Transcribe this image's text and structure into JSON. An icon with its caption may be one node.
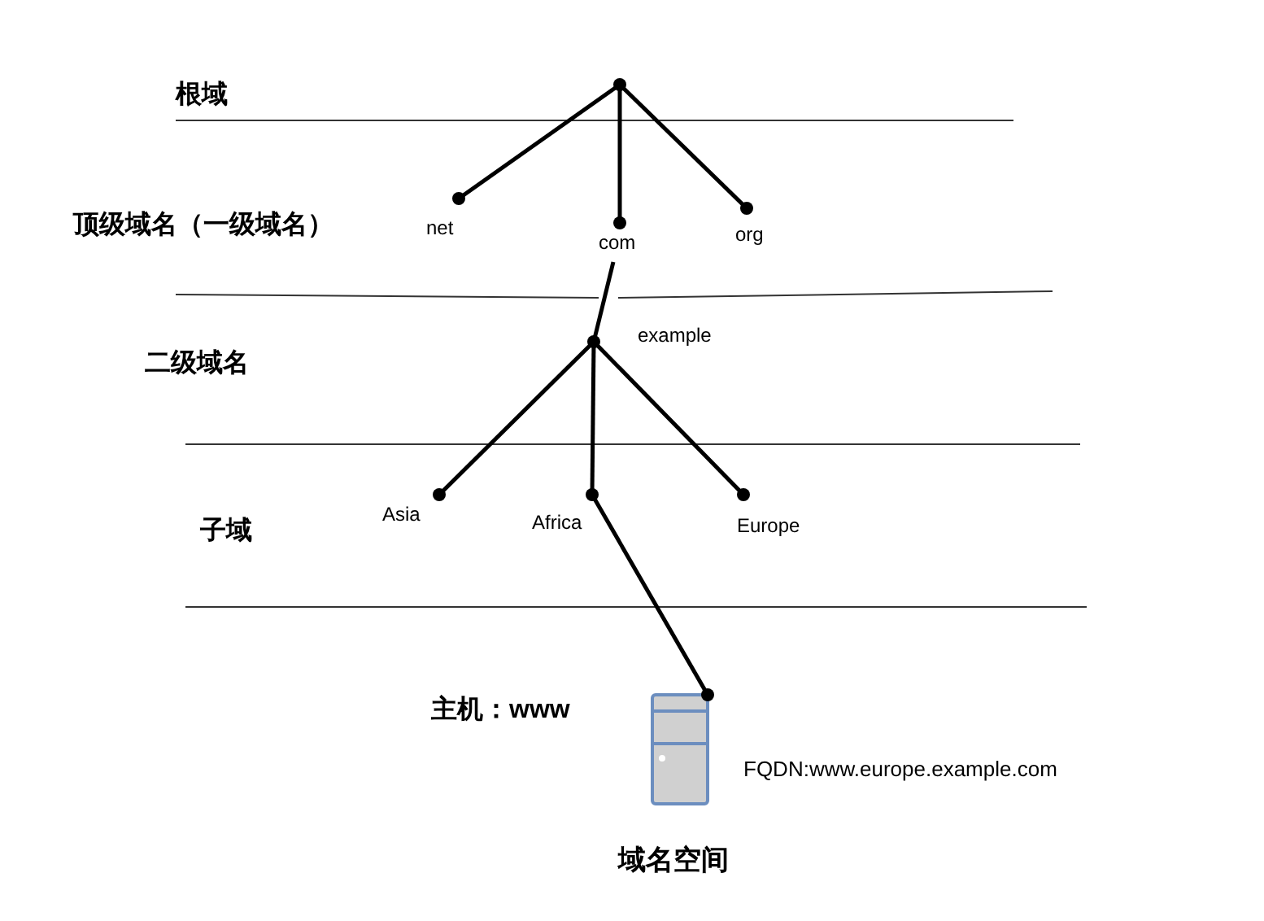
{
  "diagram": {
    "caption": "域名空间",
    "nodes": [
      {
        "text": [],
        "shape": "circle"
      },
      {
        "text": [
          "net"
        ]
      },
      {
        "text": [
          "com"
        ]
      },
      {
        "text": [
          "org"
        ]
      },
      {
        "text": [
          "example"
        ]
      },
      {
        "text": [
          "Asia"
        ]
      },
      {
        "text": [
          "Africa"
        ]
      },
      {
        "text": [
          "Europe"
        ]
      },
      {
        "text": [],
        "shape": "picture",
        "beside": [
          "主机：www",
          "FQDN:www.europe.example.com"
        ]
      }
    ],
    "edges": [
      {
        "from": 0,
        "to": 1,
        "arrow": "none"
      },
      {
        "from": 0,
        "to": 2,
        "arrow": "none"
      },
      {
        "from": 0,
        "to": 3,
        "arrow": "none"
      },
      {
        "from": 2,
        "to": 4,
        "arrow": "none"
      },
      {
        "from": 4,
        "to": 5,
        "arrow": "none"
      },
      {
        "from": 4,
        "to": 6,
        "arrow": "none"
      },
      {
        "from": 4,
        "to": 7,
        "arrow": "none"
      },
      {
        "from": 6,
        "to": 8,
        "arrow": "none"
      }
    ],
    "labels": [
      "根域",
      "顶级域名（一级域名）",
      "二级域名",
      "子域"
    ]
  }
}
